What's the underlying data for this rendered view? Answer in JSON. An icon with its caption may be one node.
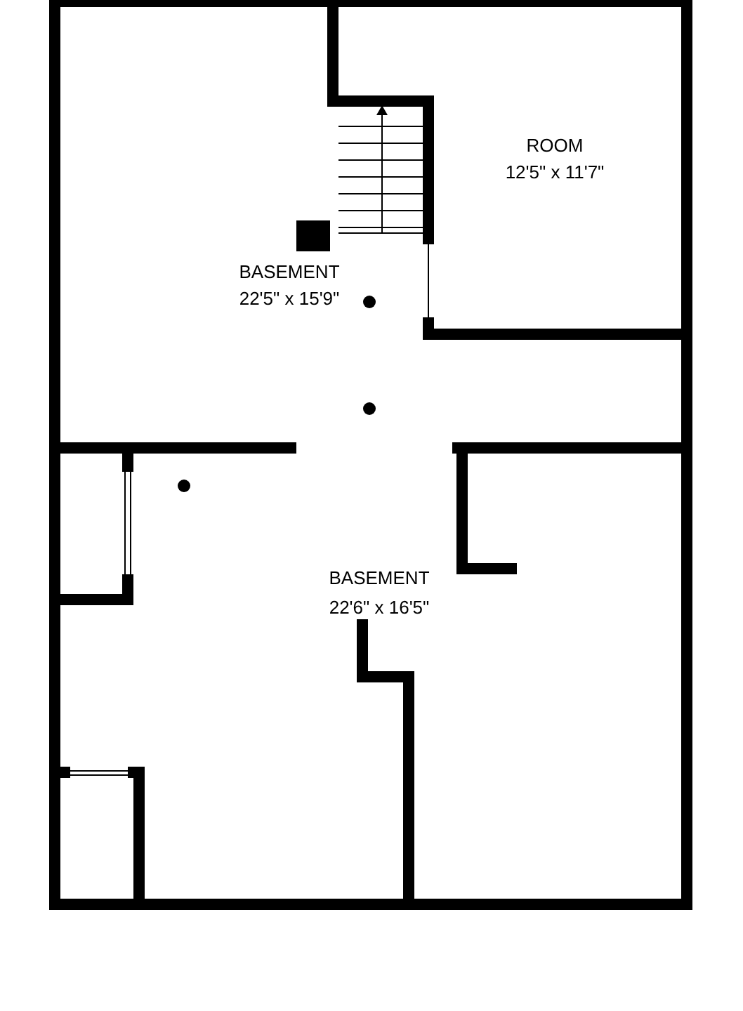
{
  "diagram": {
    "labels": [
      "ROOM",
      "12'5\" x 11'7\"",
      "BASEMENT",
      "22'5\" x 15'9\"",
      "BASEMENT",
      "22'6\" x 16'5\""
    ]
  }
}
